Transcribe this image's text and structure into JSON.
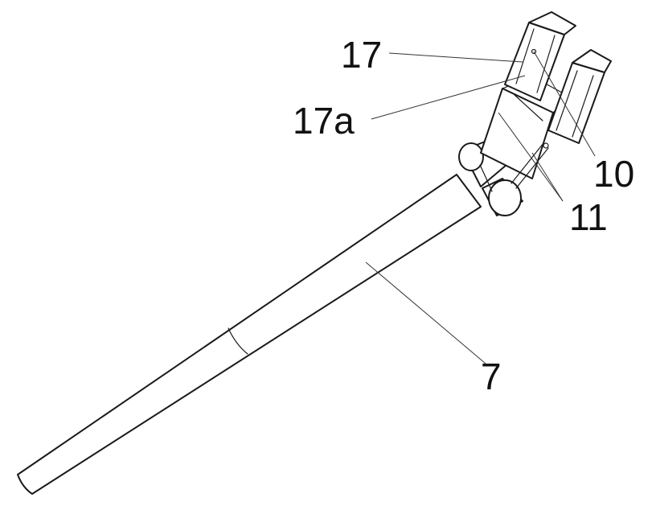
{
  "labels": {
    "l17": "17",
    "l17a": "17a",
    "l10": "10",
    "l11": "11",
    "l7": "7"
  },
  "colors": {
    "line": "#1a1a1a",
    "background": "#ffffff"
  }
}
